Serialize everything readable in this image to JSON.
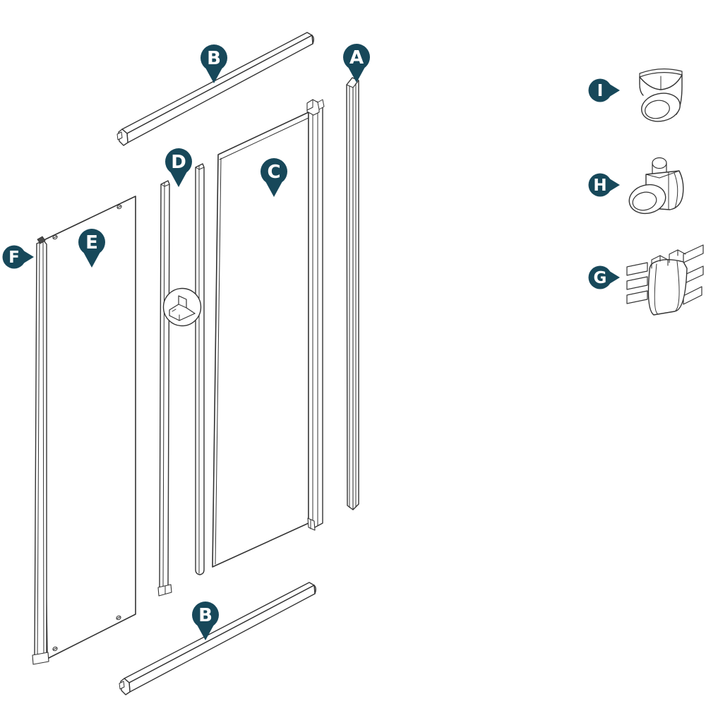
{
  "colors": {
    "pin": "#17485A",
    "line": "#333333",
    "background": "#FFFFFF"
  },
  "labels": {
    "b_top": "B",
    "a": "A",
    "d": "D",
    "c": "C",
    "e": "E",
    "f": "F",
    "b_bottom": "B",
    "i": "I",
    "h": "H",
    "g": "G"
  }
}
